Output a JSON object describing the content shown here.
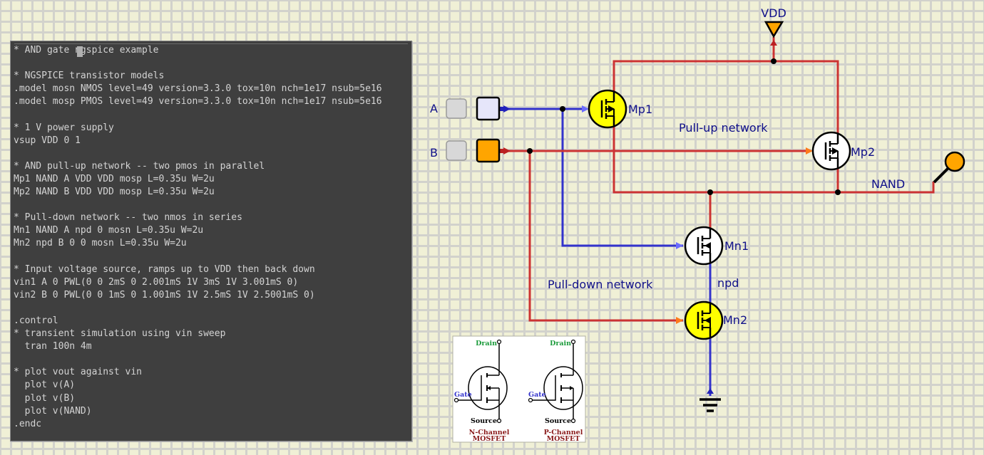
{
  "netlist": {
    "lines": [
      "* AND gate ngspice example",
      "",
      "* NGSPICE transistor models",
      ".model mosn NMOS level=49 version=3.3.0 tox=10n nch=1e17 nsub=5e16",
      ".model mosp PMOS level=49 version=3.3.0 tox=10n nch=1e17 nsub=5e16",
      "",
      "* 1 V power supply",
      "vsup VDD 0 1",
      "",
      "* AND pull-up network -- two pmos in parallel",
      "Mp1 NAND A VDD VDD mosp L=0.35u W=2u",
      "Mp2 NAND B VDD VDD mosp L=0.35u W=2u",
      "",
      "* Pull-down network -- two nmos in series",
      "Mn1 NAND A npd 0 mosn L=0.35u W=2u",
      "Mn2 npd B 0 0 mosn L=0.35u W=2u",
      "",
      "* Input voltage source, ramps up to VDD then back down",
      "vin1 A 0 PWL(0 0 2mS 0 2.001mS 1V 3mS 1V 3.001mS 0)",
      "vin2 B 0 PWL(0 0 1mS 0 1.001mS 1V 2.5mS 1V 2.5001mS 0)",
      "",
      ".control",
      "* transient simulation using vin sweep",
      "  tran 100n 4m",
      "",
      "* plot vout against vin",
      "  plot v(A)",
      "  plot v(B)",
      "  plot v(NAND)",
      ".endc"
    ]
  },
  "schematic": {
    "supply_label": "VDD",
    "inputs": [
      {
        "label": "A",
        "state": "low",
        "indicator_color": "#e6e6fa"
      },
      {
        "label": "B",
        "state": "high",
        "indicator_color": "#ffa500"
      }
    ],
    "transistors": [
      {
        "name": "Mp1",
        "type": "PMOS",
        "active": true
      },
      {
        "name": "Mp2",
        "type": "PMOS",
        "active": false
      },
      {
        "name": "Mn1",
        "type": "NMOS",
        "active": false
      },
      {
        "name": "Mn2",
        "type": "NMOS",
        "active": true
      }
    ],
    "net_labels": {
      "output": "NAND",
      "mid": "npd",
      "pull_up": "Pull-up network",
      "pull_down": "Pull-down network"
    },
    "probe": {
      "name": "NAND",
      "state": "high"
    },
    "colors": {
      "wire_high": "#cc3333",
      "wire_low": "#3333cc",
      "active_fet": "#ffff00",
      "inactive_fet": "#ffffff",
      "label": "#10108a",
      "supply": "#ffa500"
    }
  },
  "reference_image": {
    "drain_label": "Drain",
    "gate_label": "Gate",
    "source_label": "Source",
    "nchannel_label": [
      "N-Channel",
      "MOSFET"
    ],
    "pchannel_label": [
      "P-Channel",
      "MOSFET"
    ]
  }
}
